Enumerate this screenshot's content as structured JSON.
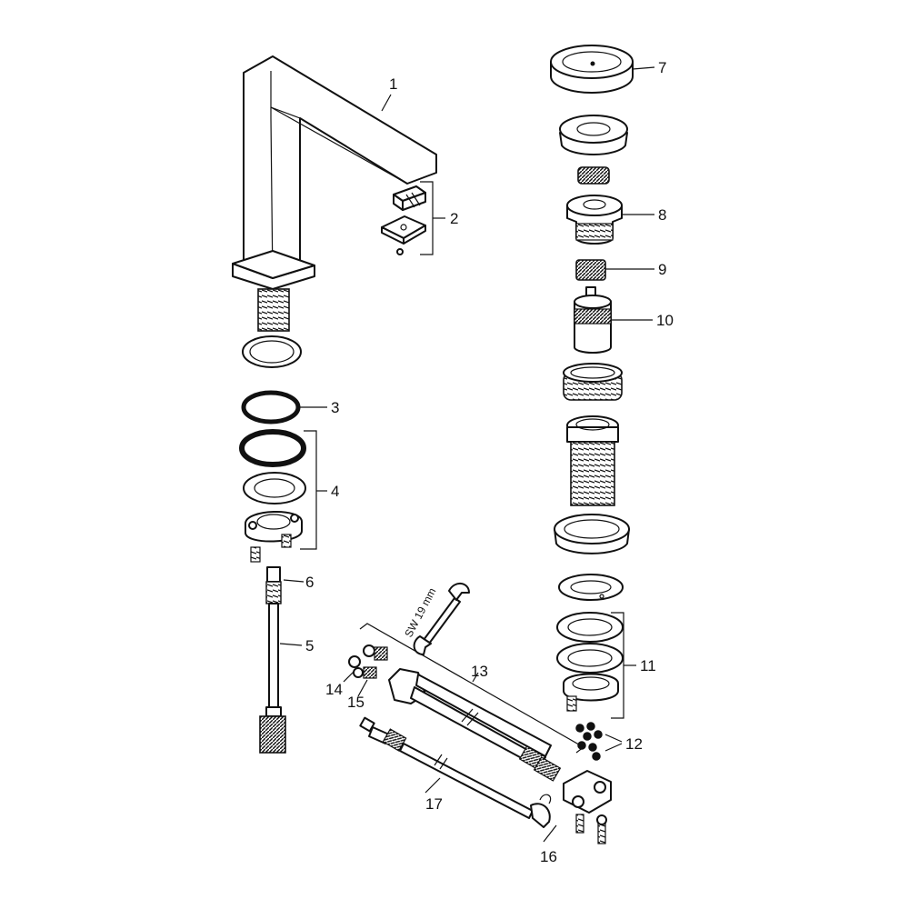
{
  "diagram": {
    "wrench_label": "SW 19 mm",
    "callouts": [
      "1",
      "2",
      "3",
      "4",
      "5",
      "6",
      "7",
      "8",
      "9",
      "10",
      "11",
      "12",
      "13",
      "14",
      "15",
      "16",
      "17"
    ]
  }
}
